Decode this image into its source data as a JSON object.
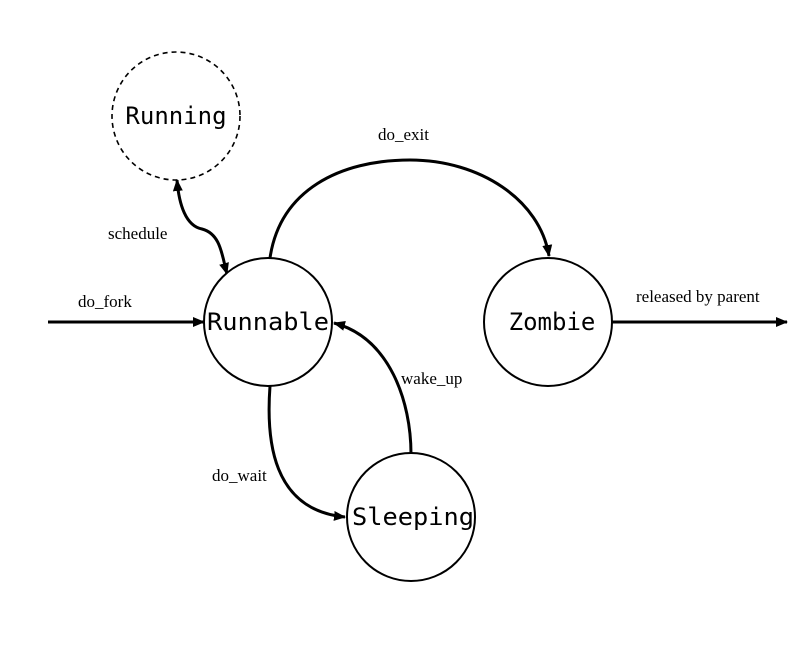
{
  "diagram": {
    "states": {
      "running": "Running",
      "runnable": "Runnable",
      "zombie": "Zombie",
      "sleeping": "Sleeping"
    },
    "transitions": {
      "do_fork": "do_fork",
      "schedule": "schedule",
      "do_exit": "do_exit",
      "released": "released by parent",
      "wake_up": "wake_up",
      "do_wait": "do_wait"
    },
    "colors": {
      "stroke": "#000000",
      "background": "#ffffff"
    }
  }
}
